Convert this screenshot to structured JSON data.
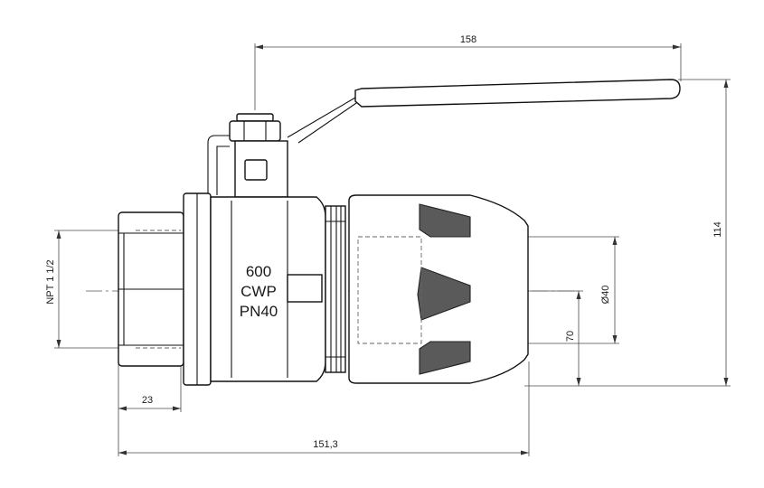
{
  "dimensions": {
    "handle_length": "158",
    "overall_height": "114",
    "pipe_diameter": "Ø40",
    "center_height": "70",
    "thread_length": "23",
    "overall_length": "151,3",
    "thread_size": "NPT 1 1/2"
  },
  "body_markings": {
    "line1": "600",
    "line2": "CWP",
    "line3": "PN40"
  }
}
